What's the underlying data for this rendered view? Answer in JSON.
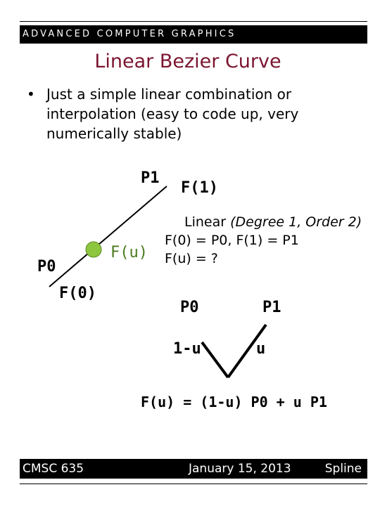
{
  "header": {
    "course_banner": "ADVANCED COMPUTER   GRAPHICS"
  },
  "slide": {
    "title": "Linear Bezier Curve",
    "bullet_text": "Just a simple linear combination or interpolation (easy to code up, very numerically stable)"
  },
  "diagram": {
    "p1_label": "P1",
    "f1_label": "F(1)",
    "p0_label": "P0",
    "f0_label": "F(0)",
    "fu_label": "F(u)",
    "point_color": "#8dc63f",
    "info_line1_prefix": "Linear ",
    "info_line1_italic": "(Degree 1, Order 2)",
    "info_line2": "F(0) = P0, F(1) = P1",
    "info_line3": "F(u) = ?",
    "weight_p0": "P0",
    "weight_p1": "P1",
    "weight_one_minus_u": "1-u",
    "weight_u": "u",
    "formula": "F(u) = (1-u) P0 + u P1"
  },
  "footer": {
    "course": "CMSC 635",
    "date": "January 15, 2013",
    "topic": "Spline"
  }
}
